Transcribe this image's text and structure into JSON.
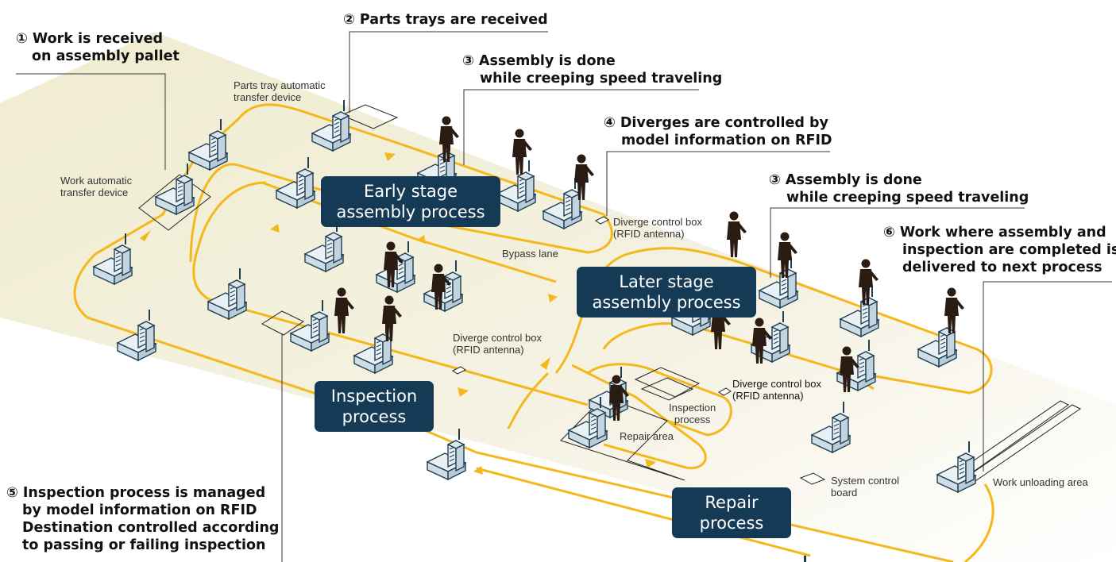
{
  "callouts": {
    "c1": {
      "line1": "① Work is received",
      "line2": "on assembly pallet"
    },
    "c2": {
      "line1": "② Parts trays are received"
    },
    "c3a": {
      "line1": "③ Assembly is done",
      "line2": "while creeping speed traveling"
    },
    "c4": {
      "line1": "④ Diverges are controlled by",
      "line2": "model information on RFID"
    },
    "c3b": {
      "line1": "③ Assembly is done",
      "line2": "while creeping speed traveling"
    },
    "c6": {
      "line1": "⑥ Work where assembly and",
      "line2": "inspection are completed is",
      "line3": "delivered to next process"
    },
    "c5": {
      "line1": "⑤ Inspection process is managed",
      "line2": "by model information on RFID",
      "line3": "Destination controlled according",
      "line4": "to passing or failing inspection"
    }
  },
  "labels": {
    "parts_tray_device": {
      "line1": "Parts tray automatic",
      "line2": "transfer device"
    },
    "work_transfer_device": {
      "line1": "Work automatic",
      "line2": "transfer device"
    },
    "diverge_box_1": {
      "line1": "Diverge control box",
      "line2": "(RFID antenna)"
    },
    "bypass_lane": "Bypass lane",
    "diverge_box_2": {
      "line1": "Diverge control box",
      "line2": "(RFID antenna)"
    },
    "diverge_box_3": {
      "line1": "Diverge control box",
      "line2": "(RFID antenna)"
    },
    "inspection_small": {
      "line1": "Inspection",
      "line2": "process"
    },
    "repair_area": "Repair area",
    "system_control": {
      "line1": "System control",
      "line2": "board"
    },
    "work_unloading": "Work unloading area"
  },
  "process_boxes": {
    "early": {
      "line1": "Early stage",
      "line2": "assembly process"
    },
    "later": {
      "line1": "Later stage",
      "line2": "assembly process"
    },
    "inspection": {
      "line1": "Inspection",
      "line2": "process"
    },
    "repair": {
      "line1": "Repair",
      "line2": "process"
    }
  },
  "colors": {
    "floor": "#f4f1de",
    "track": "#f5b81c",
    "box": "#153a55",
    "machine": "#e9f1f5",
    "machine_edge": "#1f3f55",
    "worker": "#2a1c12"
  }
}
